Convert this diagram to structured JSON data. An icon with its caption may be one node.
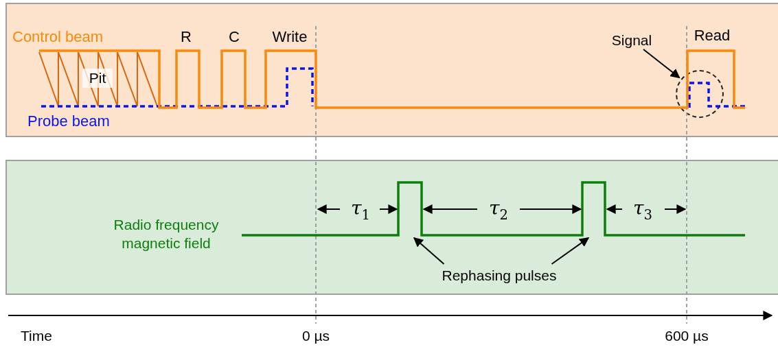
{
  "diagram": {
    "nodes": [
      {
        "text": [],
        "shape": "box"
      },
      {
        "text": [
          "Pit"
        ],
        "in": 0
      },
      {
        "text": [
          "Signal"
        ],
        "in": 0
      },
      {
        "text": [],
        "shape": "circle",
        "in": 0
      },
      {
        "text": [],
        "shape": "box"
      },
      {
        "text": [
          "Rephasing pulses"
        ],
        "in": 4
      },
      {
        "text": [],
        "shape": "picture",
        "in": 4
      }
    ],
    "edges": [
      {
        "from": 2,
        "to": 3,
        "arrow": "to"
      },
      {
        "from": 5,
        "to": 6,
        "arrow": "to"
      },
      {
        "from": 5,
        "to": 6,
        "arrow": "to"
      }
    ],
    "labels": [
      "Control beam",
      "R",
      "C",
      "Write",
      "Read",
      "Probe beam",
      "Radio frequency magnetic field",
      "τ$_{1}$",
      "τ$_{2}$",
      "τ$_{3}$",
      "Time",
      "0 µs",
      "600 µs"
    ]
  }
}
